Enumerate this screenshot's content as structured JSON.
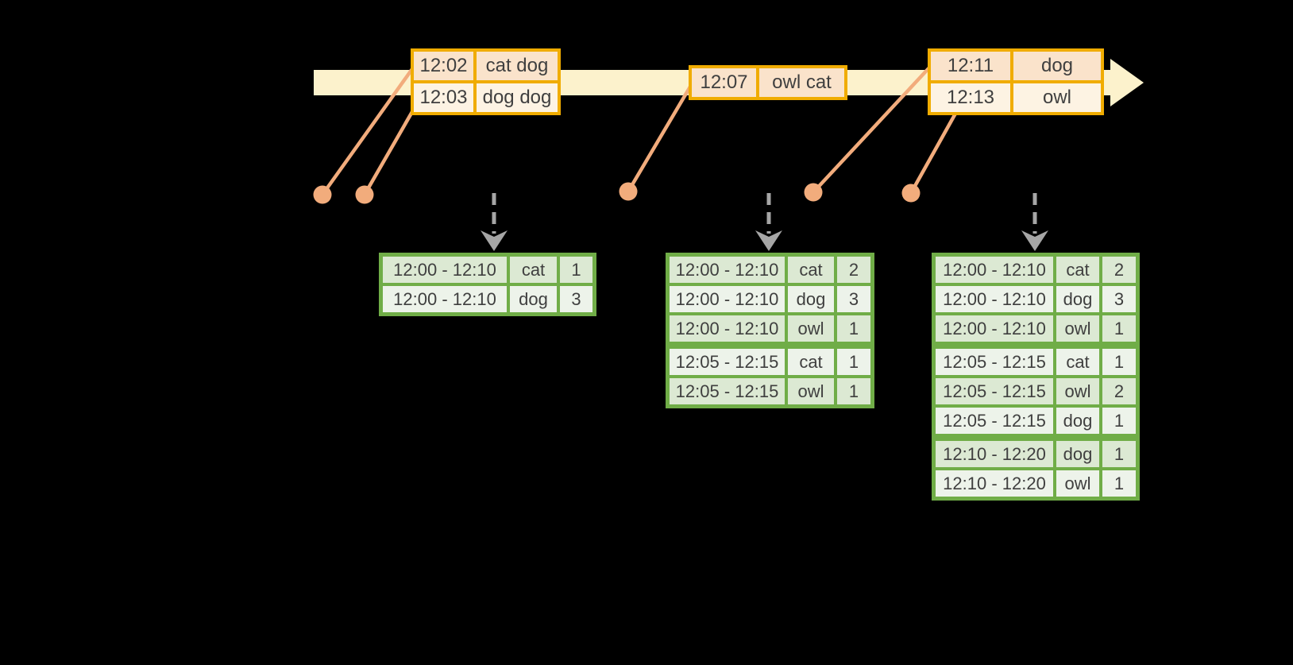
{
  "colors": {
    "background": "#000000",
    "timeline": "#FCF2CC",
    "table_border_gold": "#F0AC00",
    "event_row_dark": "#FAE3CB",
    "event_row_light": "#FDF3E3",
    "marker_salmon": "#F2AC7C",
    "result_border_green": "#70AD47",
    "result_row_dark": "#DCE9D3",
    "result_row_light": "#EDF3EA",
    "trigger_arrow_gray": "#A6A6A6",
    "text": "#3F3F3F"
  },
  "event_tables": [
    {
      "name": "events-at-12-02",
      "rows": [
        {
          "time": "12:02",
          "words": "cat dog"
        },
        {
          "time": "12:03",
          "words": "dog dog"
        }
      ]
    },
    {
      "name": "events-at-12-07",
      "rows": [
        {
          "time": "12:07",
          "words": "owl cat"
        }
      ]
    },
    {
      "name": "events-at-12-11",
      "rows": [
        {
          "time": "12:11",
          "words": "dog"
        },
        {
          "time": "12:13",
          "words": "owl"
        }
      ]
    }
  ],
  "result_tables": [
    {
      "name": "result-table-1",
      "rows": [
        {
          "window": "12:00 - 12:10",
          "word": "cat",
          "count": "1"
        },
        {
          "window": "12:00 - 12:10",
          "word": "dog",
          "count": "3"
        }
      ]
    },
    {
      "name": "result-table-2",
      "rows": [
        {
          "window": "12:00 - 12:10",
          "word": "cat",
          "count": "2"
        },
        {
          "window": "12:00 - 12:10",
          "word": "dog",
          "count": "3"
        },
        {
          "window": "12:00 - 12:10",
          "word": "owl",
          "count": "1"
        },
        {
          "window": "12:05 - 12:15",
          "word": "cat",
          "count": "1",
          "group_start": true
        },
        {
          "window": "12:05 - 12:15",
          "word": "owl",
          "count": "1"
        }
      ]
    },
    {
      "name": "result-table-3",
      "rows": [
        {
          "window": "12:00 - 12:10",
          "word": "cat",
          "count": "2"
        },
        {
          "window": "12:00 - 12:10",
          "word": "dog",
          "count": "3"
        },
        {
          "window": "12:00 - 12:10",
          "word": "owl",
          "count": "1"
        },
        {
          "window": "12:05 - 12:15",
          "word": "cat",
          "count": "1",
          "group_start": true
        },
        {
          "window": "12:05 - 12:15",
          "word": "owl",
          "count": "2"
        },
        {
          "window": "12:05 - 12:15",
          "word": "dog",
          "count": "1"
        },
        {
          "window": "12:10 - 12:20",
          "word": "dog",
          "count": "1",
          "group_start": true
        },
        {
          "window": "12:10 - 12:20",
          "word": "owl",
          "count": "1"
        }
      ]
    }
  ]
}
